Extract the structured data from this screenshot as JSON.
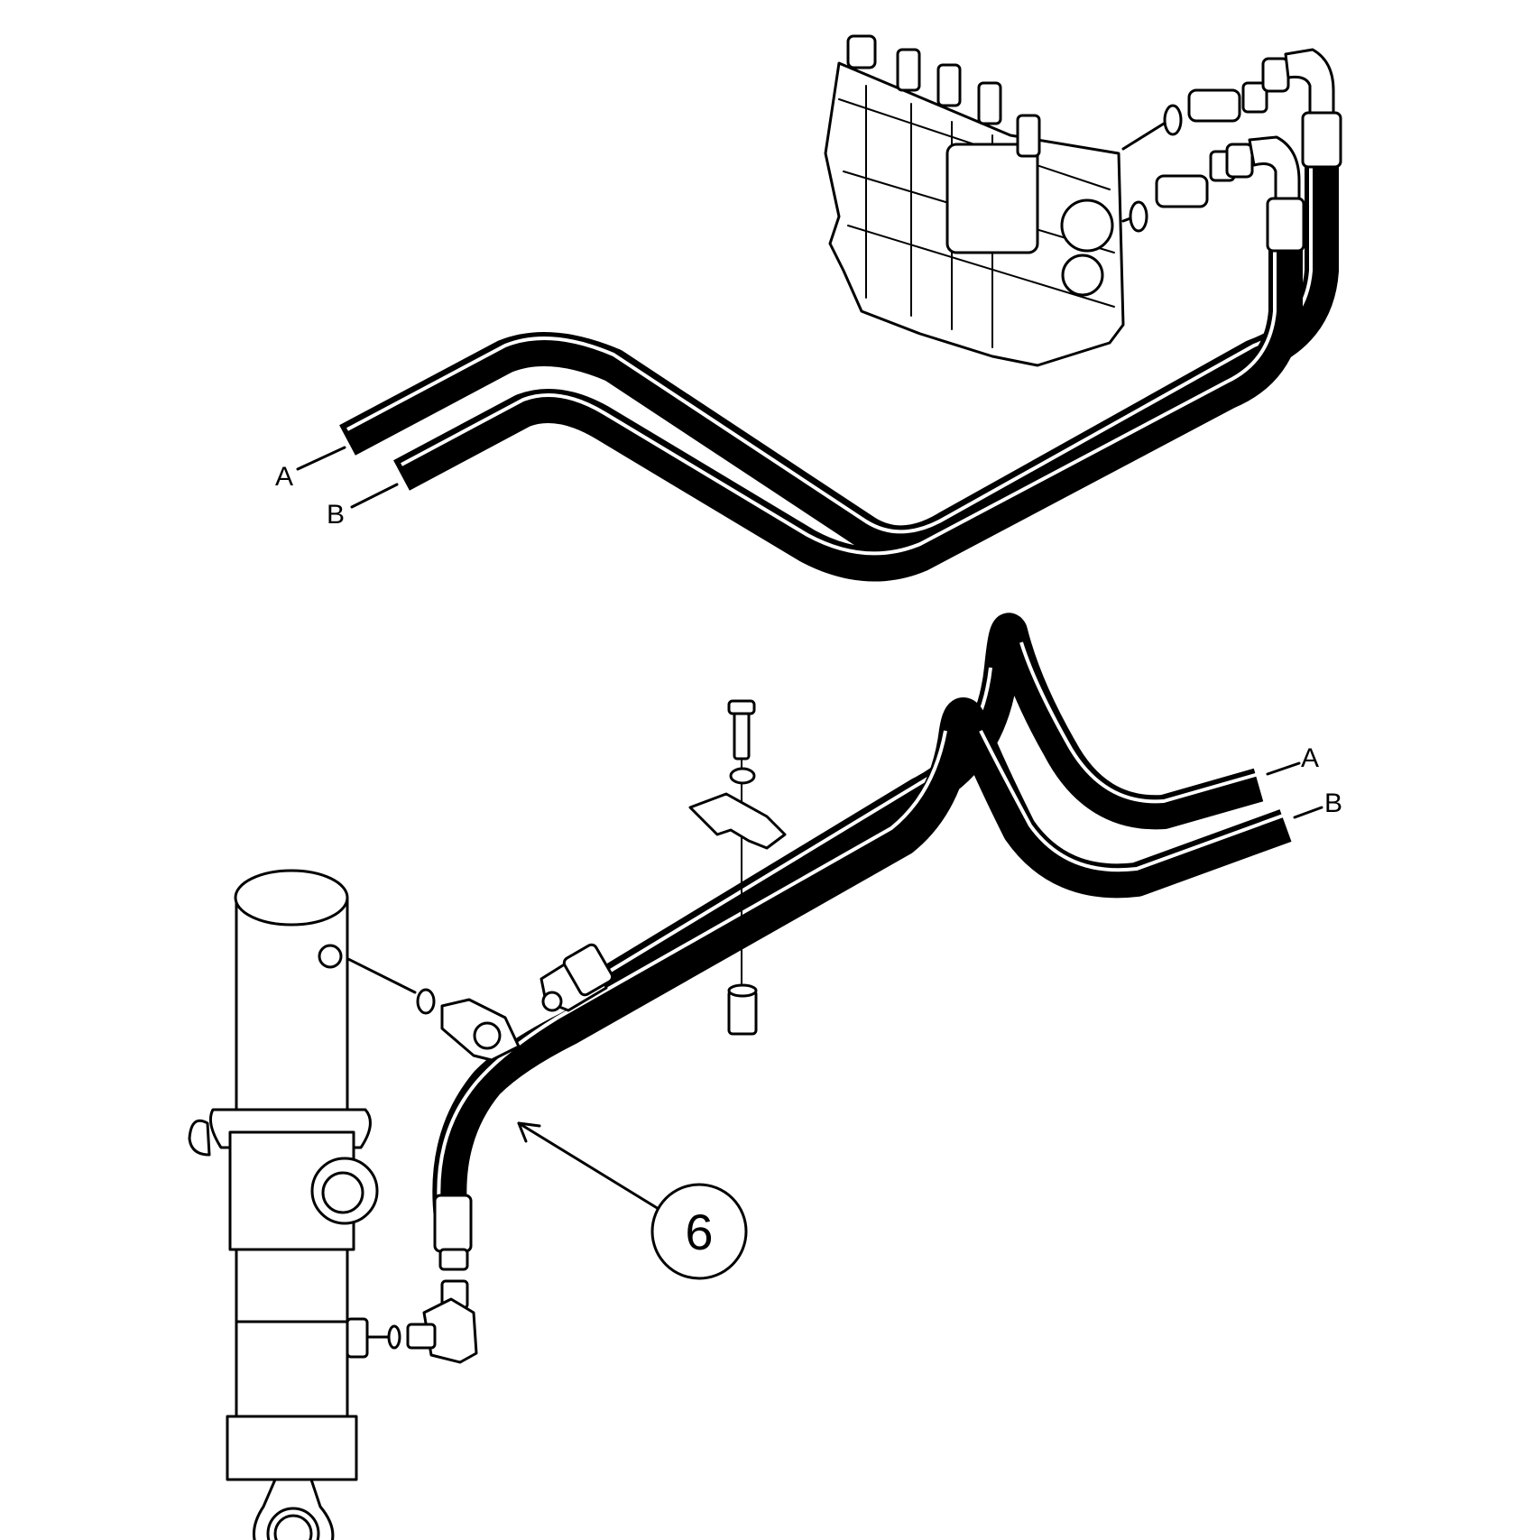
{
  "callouts": {
    "top_a": "A",
    "top_b": "B",
    "bottom_a": "A",
    "bottom_b": "B",
    "item_number": "6"
  }
}
